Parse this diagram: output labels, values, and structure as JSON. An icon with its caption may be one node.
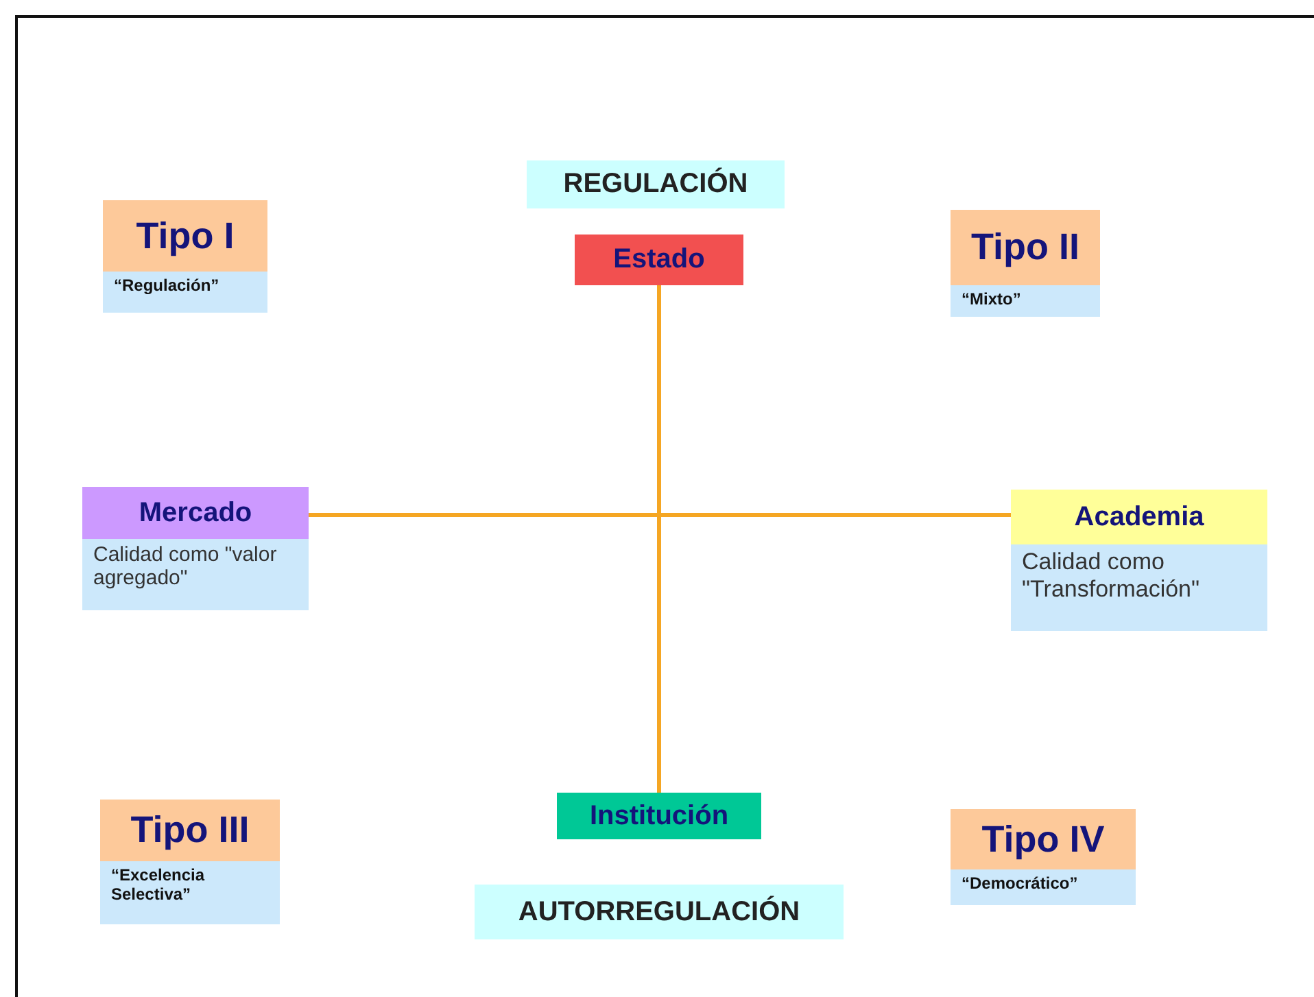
{
  "diagram": {
    "nodes": [
      {
        "text": [
          "REGULACIÓN"
        ]
      },
      {
        "text": [
          "Tipo I",
          "“Regulación”"
        ]
      },
      {
        "text": [
          "Estado"
        ]
      },
      {
        "text": [
          "Tipo II",
          "“Mixto”"
        ]
      },
      {
        "text": [
          "Mercado",
          "Calidad como \"valor agregado\""
        ]
      },
      {
        "text": [
          "Academia",
          "Calidad como \"Transformación\""
        ]
      },
      {
        "text": [
          "Tipo III",
          "“Excelencia Selectiva”"
        ]
      },
      {
        "text": [
          "Institución"
        ]
      },
      {
        "text": [
          "Tipo IV",
          "“Democrático”"
        ]
      },
      {
        "text": [
          "AUTORREGULACIÓN"
        ]
      }
    ],
    "edges": [
      {
        "from": 2,
        "to": 7,
        "arrow": "none"
      },
      {
        "from": 4,
        "to": 5,
        "arrow": "none"
      }
    ]
  }
}
